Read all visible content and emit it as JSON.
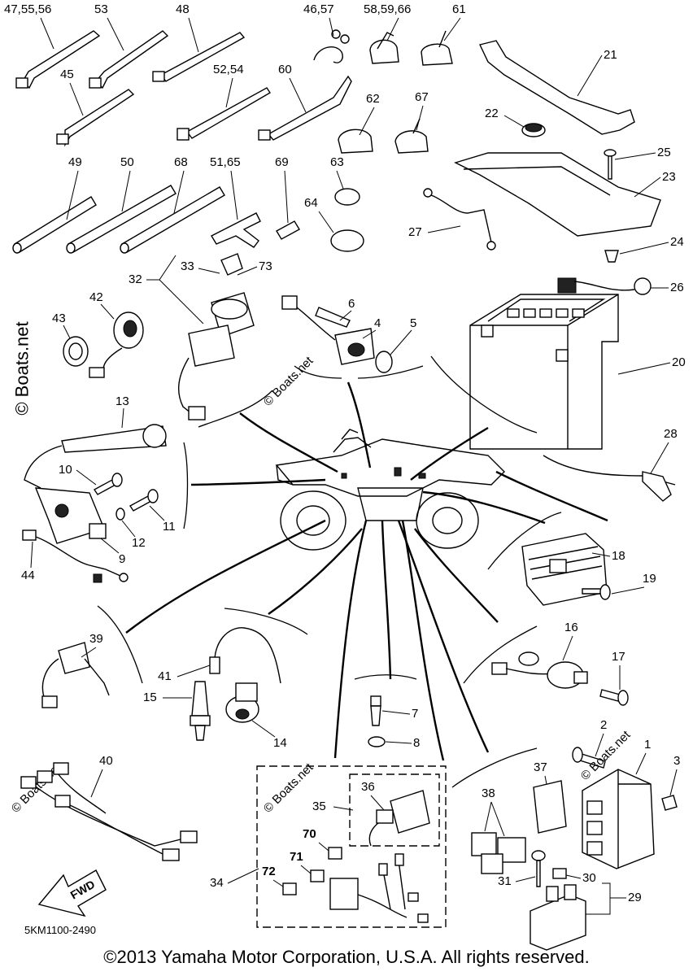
{
  "diagram": {
    "callouts": [
      {
        "id": "c1",
        "text": "47,55,56"
      },
      {
        "id": "c2",
        "text": "53"
      },
      {
        "id": "c3",
        "text": "48"
      },
      {
        "id": "c4",
        "text": "46,57"
      },
      {
        "id": "c5",
        "text": "58,59,66"
      },
      {
        "id": "c6",
        "text": "61"
      },
      {
        "id": "c7",
        "text": "21"
      },
      {
        "id": "c8",
        "text": "45"
      },
      {
        "id": "c9",
        "text": "52,54"
      },
      {
        "id": "c10",
        "text": "60"
      },
      {
        "id": "c11",
        "text": "62"
      },
      {
        "id": "c12",
        "text": "67"
      },
      {
        "id": "c13",
        "text": "22"
      },
      {
        "id": "c14",
        "text": "25"
      },
      {
        "id": "c15",
        "text": "49"
      },
      {
        "id": "c16",
        "text": "50"
      },
      {
        "id": "c17",
        "text": "68"
      },
      {
        "id": "c18",
        "text": "51,65"
      },
      {
        "id": "c19",
        "text": "69"
      },
      {
        "id": "c20",
        "text": "63"
      },
      {
        "id": "c21",
        "text": "23"
      },
      {
        "id": "c22",
        "text": "64"
      },
      {
        "id": "c23",
        "text": "27"
      },
      {
        "id": "c24",
        "text": "24"
      },
      {
        "id": "c25",
        "text": "33"
      },
      {
        "id": "c26",
        "text": "73"
      },
      {
        "id": "c27",
        "text": "32"
      },
      {
        "id": "c28",
        "text": "6"
      },
      {
        "id": "c29",
        "text": "26"
      },
      {
        "id": "c30",
        "text": "42"
      },
      {
        "id": "c31",
        "text": "4"
      },
      {
        "id": "c32",
        "text": "43"
      },
      {
        "id": "c33",
        "text": "5"
      },
      {
        "id": "c34",
        "text": "20"
      },
      {
        "id": "c35",
        "text": "13"
      },
      {
        "id": "c36",
        "text": "28"
      },
      {
        "id": "c37",
        "text": "10"
      },
      {
        "id": "c38",
        "text": "11"
      },
      {
        "id": "c39",
        "text": "12"
      },
      {
        "id": "c40",
        "text": "9"
      },
      {
        "id": "c41",
        "text": "44"
      },
      {
        "id": "c42",
        "text": "18"
      },
      {
        "id": "c43",
        "text": "19"
      },
      {
        "id": "c44",
        "text": "39"
      },
      {
        "id": "c45",
        "text": "41"
      },
      {
        "id": "c46",
        "text": "16"
      },
      {
        "id": "c47",
        "text": "17"
      },
      {
        "id": "c48",
        "text": "15"
      },
      {
        "id": "c49",
        "text": "7"
      },
      {
        "id": "c50",
        "text": "14"
      },
      {
        "id": "c51",
        "text": "8"
      },
      {
        "id": "c52",
        "text": "2"
      },
      {
        "id": "c53",
        "text": "1"
      },
      {
        "id": "c54",
        "text": "3"
      },
      {
        "id": "c55",
        "text": "40"
      },
      {
        "id": "c56",
        "text": "36"
      },
      {
        "id": "c57",
        "text": "37"
      },
      {
        "id": "c58",
        "text": "35"
      },
      {
        "id": "c59",
        "text": "38"
      },
      {
        "id": "c60",
        "text": "70"
      },
      {
        "id": "c61",
        "text": "71"
      },
      {
        "id": "c62",
        "text": "72"
      },
      {
        "id": "c63",
        "text": "34"
      },
      {
        "id": "c64",
        "text": "31"
      },
      {
        "id": "c65",
        "text": "30"
      },
      {
        "id": "c66",
        "text": "29"
      }
    ],
    "fwd_label": "FWD",
    "diagram_code": "5KM1100-2490",
    "watermark_side": "© Boats.net",
    "watermark_small": "© Boats.net",
    "copyright": "©2013 Yamaha Motor Corporation, U.S.A. All rights reserved."
  }
}
